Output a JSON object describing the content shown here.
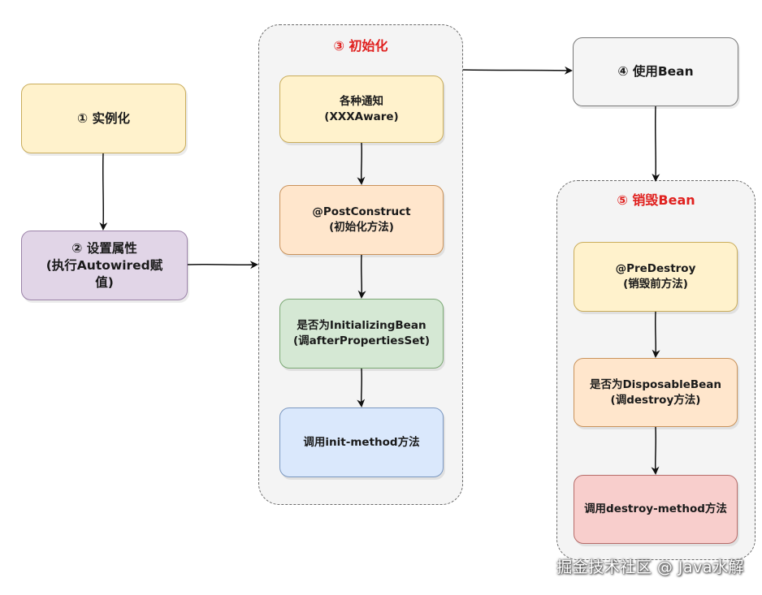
{
  "groups": {
    "init": {
      "title": "③ 初始化"
    },
    "destroy": {
      "title": "⑤ 销毁Bean"
    }
  },
  "nodes": {
    "instantiate": {
      "lines": [
        "① 实例化"
      ]
    },
    "set_props": {
      "lines": [
        "② 设置属性",
        "(执行Autowired赋",
        "值)"
      ]
    },
    "aware": {
      "lines": [
        "各种通知",
        "(XXXAware)"
      ]
    },
    "post_construct": {
      "lines": [
        "@PostConstruct",
        "(初始化方法)"
      ]
    },
    "initializing_bean": {
      "lines": [
        "是否为InitializingBean",
        "(调afterPropertiesSet)"
      ]
    },
    "init_method": {
      "lines": [
        "调用init-method方法"
      ]
    },
    "use_bean": {
      "lines": [
        "④ 使用Bean"
      ]
    },
    "pre_destroy": {
      "lines": [
        "@PreDestroy",
        "(销毁前方法)"
      ]
    },
    "disposable_bean": {
      "lines": [
        "是否为DisposableBean",
        "(调destroy方法)"
      ]
    },
    "destroy_method": {
      "lines": [
        "调用destroy-method方法"
      ]
    }
  },
  "watermark": "掘金技术社区 @ Java水解",
  "colors": {
    "yellow": "#fff2cc",
    "purple": "#e1d5e7",
    "orange": "#ffe6cc",
    "green": "#d5e8d4",
    "blue": "#dae8fc",
    "grey": "#f5f5f5",
    "red": "#f8cecc",
    "group_title": "#e0201e"
  }
}
